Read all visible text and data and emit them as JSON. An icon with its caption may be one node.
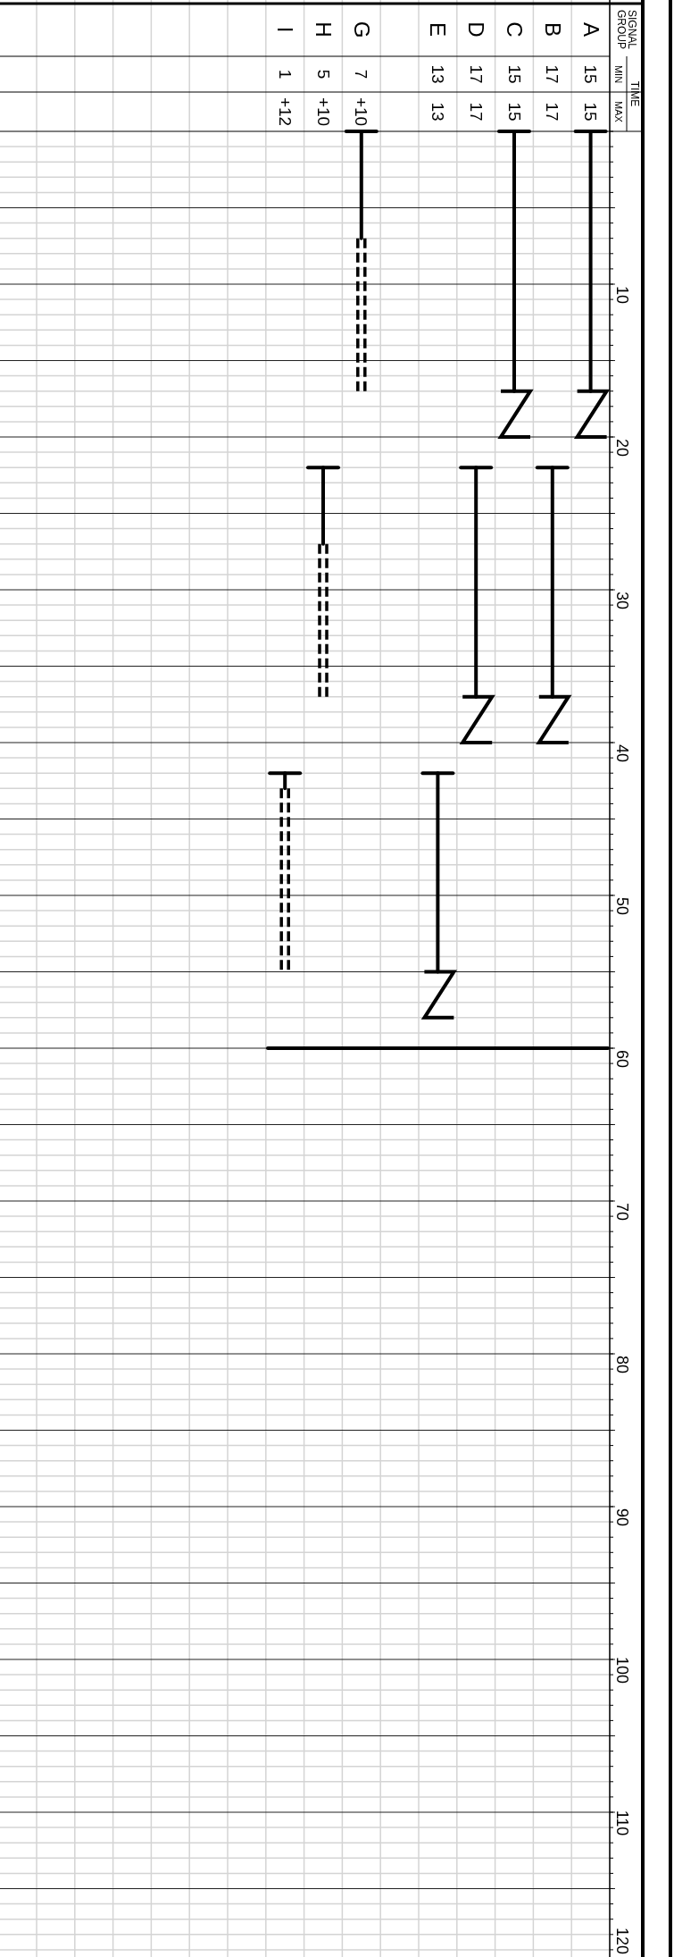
{
  "diagram": {
    "labels": [
      "SIGNAL GROUP",
      "TIME",
      "MIN",
      "MAX",
      "A",
      "15",
      "15",
      "B",
      "17",
      "17",
      "C",
      "15",
      "15",
      "D",
      "17",
      "17",
      "E",
      "13",
      "13",
      "G",
      "7",
      "+10",
      "H",
      "5",
      "+10",
      "I",
      "1",
      "+12",
      "10",
      "20",
      "30",
      "40",
      "50",
      "60",
      "70",
      "80",
      "90",
      "100",
      "110",
      "120"
    ]
  }
}
